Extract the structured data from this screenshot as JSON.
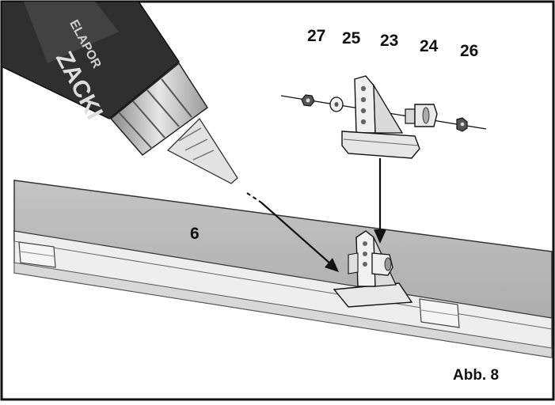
{
  "labels": {
    "p27": "27",
    "p25": "25",
    "p23": "23",
    "p24": "24",
    "p26": "26",
    "p6": "6"
  },
  "bottle_text": {
    "brand": "ZACKI",
    "sub": "ELAPOR"
  },
  "caption": "Abb. 8",
  "colors": {
    "frame": "#111111",
    "surface": "#b8b8b8",
    "bottle": "#3a3a3a"
  }
}
